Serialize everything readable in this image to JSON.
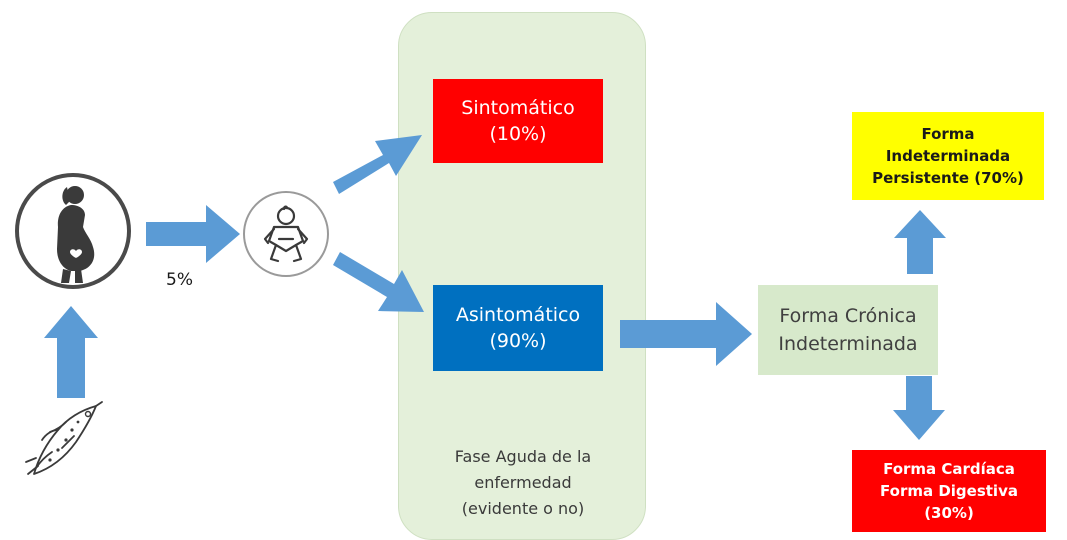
{
  "diagram": {
    "percent_label": "5%",
    "phase": {
      "caption_lines": [
        "Fase Aguda de la",
        "enfermedad",
        "(evidente o no)"
      ]
    },
    "boxes": {
      "sintomatico": [
        "Sintomático",
        "(10%)"
      ],
      "asintomatico": [
        "Asintomático",
        "(90%)"
      ],
      "cronica": [
        "Forma Crónica",
        "Indeterminada"
      ],
      "persistente": [
        "Forma",
        "Indeterminada",
        "Persistente (70%)"
      ],
      "cardiaca": [
        "Forma Cardíaca",
        "Forma Digestiva",
        "(30%)"
      ]
    },
    "icons": {
      "mother": "pregnant-woman-icon",
      "baby": "baby-icon",
      "vector": "triatomine-bug-icon"
    },
    "colors": {
      "arrow": "#5b9bd5",
      "phase_panel": "#e4f0da",
      "sintomatico": "#ff0000",
      "asintomatico": "#0070c0",
      "cronica": "#d7e9cb",
      "persistente": "#ffff00",
      "cardiaca": "#ff0000"
    }
  }
}
